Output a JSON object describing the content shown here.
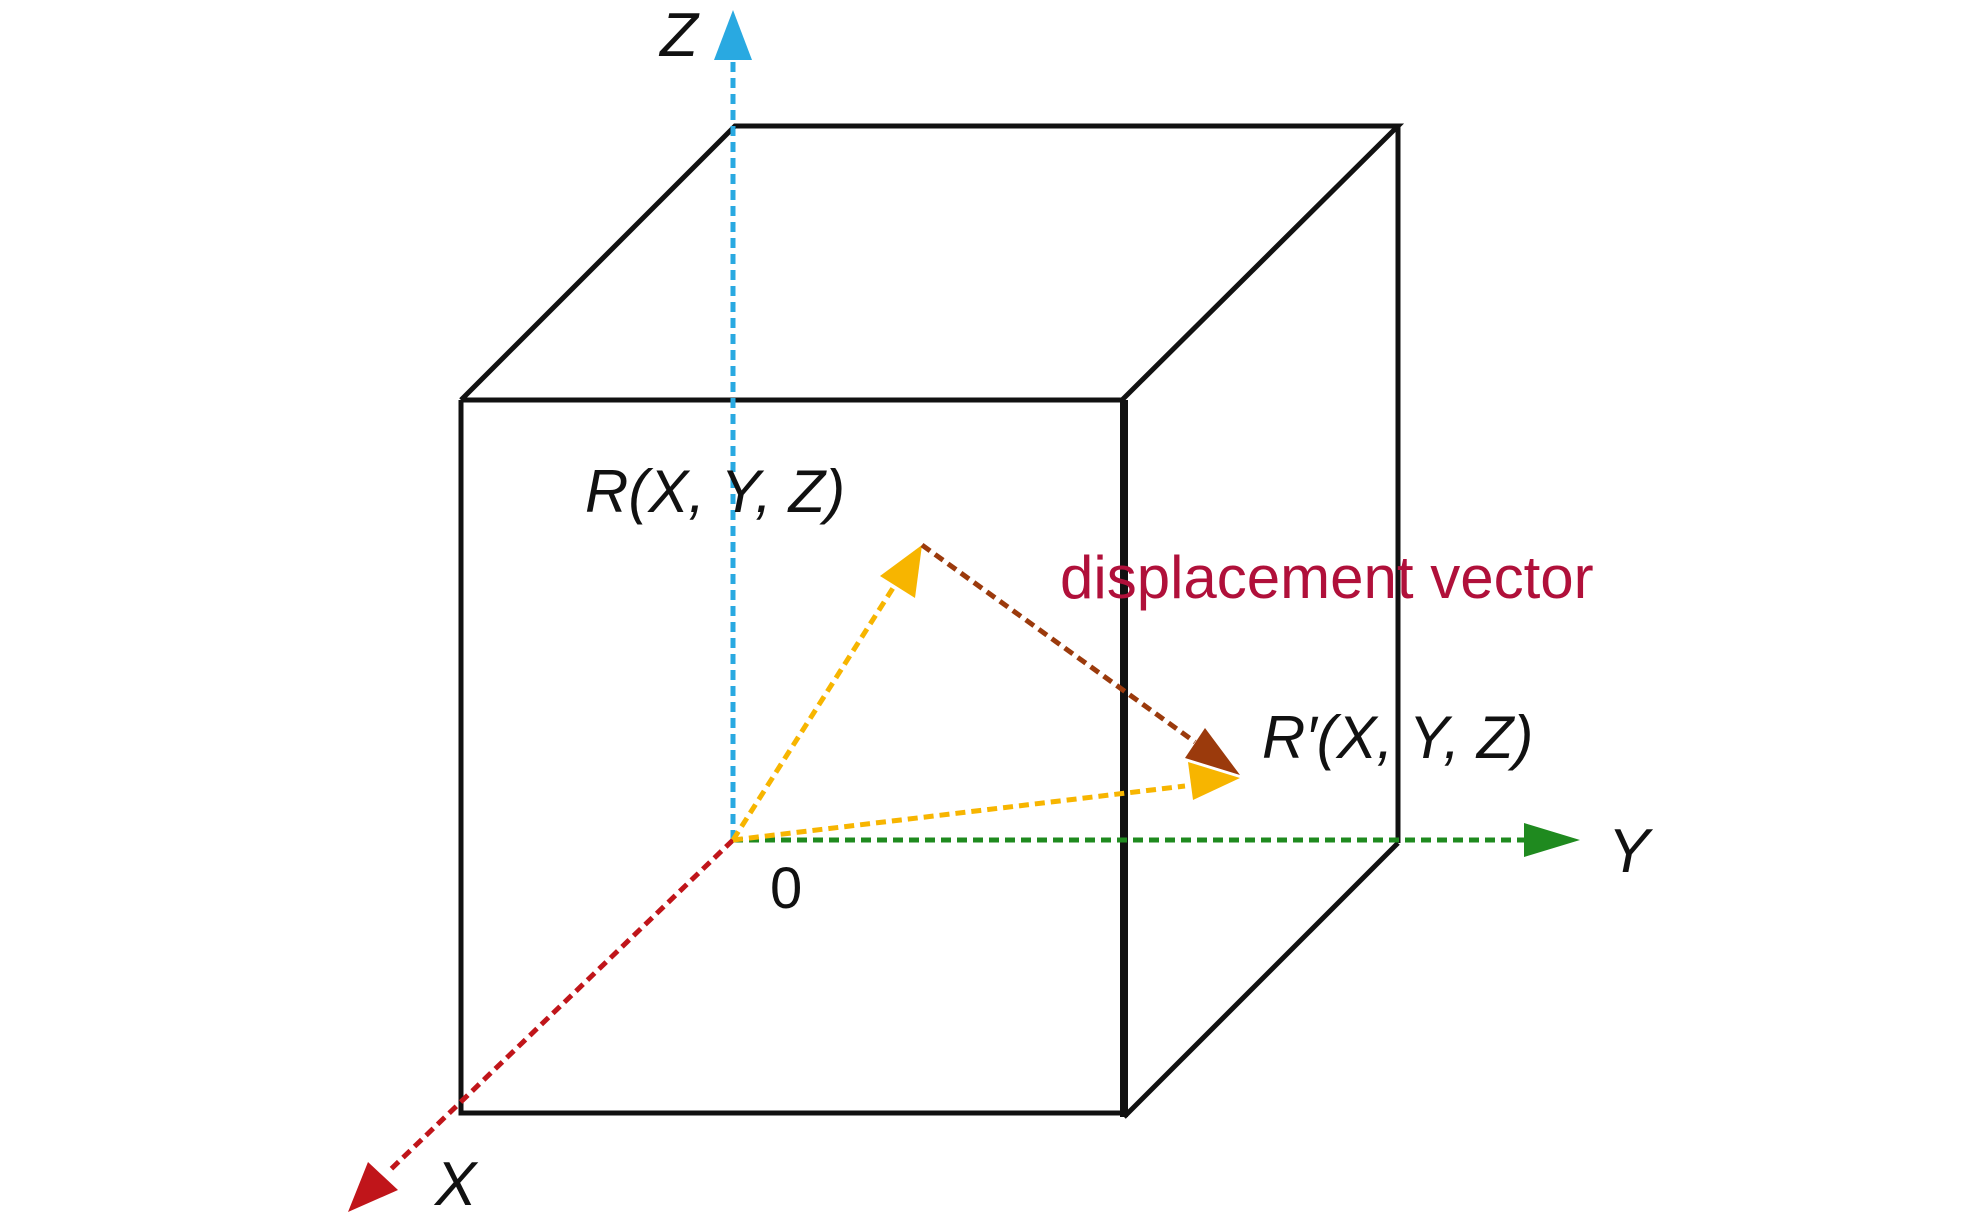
{
  "axes": {
    "x": {
      "label": "X",
      "color": "#c0151a"
    },
    "y": {
      "label": "Y",
      "color": "#1f8a1f"
    },
    "z": {
      "label": "Z",
      "color": "#29a9e1"
    },
    "origin_label": "0"
  },
  "points": {
    "r": {
      "label_prefix": "R",
      "label_args": "(X, Y, Z)"
    },
    "r_prime": {
      "label_prefix": "R′",
      "label_args": "(X, Y, Z)"
    }
  },
  "vectors": {
    "position_color": "#f7b500",
    "displacement": {
      "label": "displacement vector",
      "label_color": "#b0103a",
      "color": "#9b3a0c"
    }
  },
  "cube_color": "#111111"
}
